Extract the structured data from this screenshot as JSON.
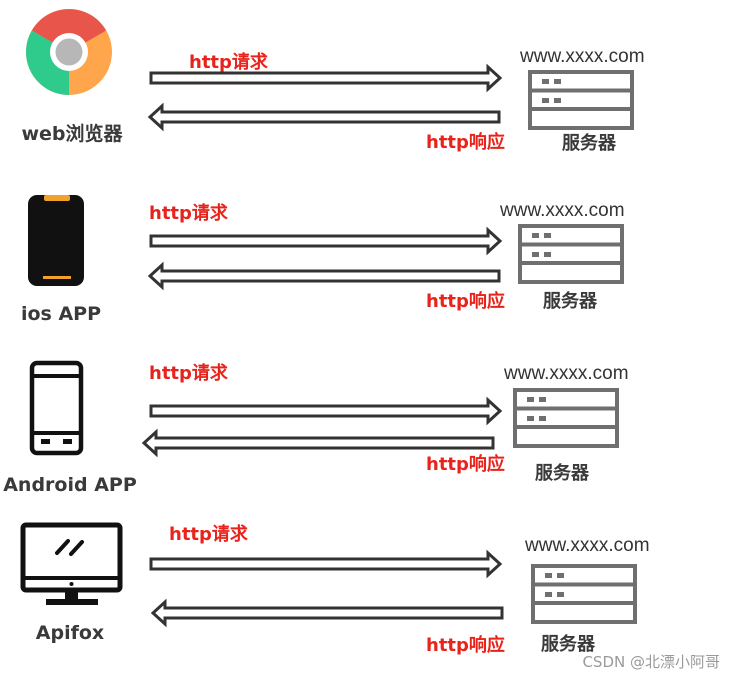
{
  "rows": [
    {
      "client": "web浏览器",
      "icon": "chrome-browser-icon",
      "request": "http请求",
      "response": "http响应",
      "domain": "www.xxxx.com",
      "server": "服务器"
    },
    {
      "client": "ios APP",
      "icon": "iphone-icon",
      "request": "http请求",
      "response": "http响应",
      "domain": "www.xxxx.com",
      "server": "服务器"
    },
    {
      "client": "Android APP",
      "icon": "android-phone-icon",
      "request": "http请求",
      "response": "http响应",
      "domain": "www.xxxx.com",
      "server": "服务器"
    },
    {
      "client": "Apifox",
      "icon": "desktop-monitor-icon",
      "request": "http请求",
      "response": "http响应",
      "domain": "www.xxxx.com",
      "server": "服务器"
    }
  ],
  "watermark": "CSDN @北漂小阿哥",
  "colors": {
    "label_red": "#e8231b",
    "text_dark": "#3a3a3a",
    "server_gray": "#6f6f6f",
    "phone_black": "#111111",
    "phone_accent": "#f2a12b",
    "chrome_red": "#e8564b",
    "chrome_green": "#2ecb8d",
    "chrome_yellow": "#ffa64d",
    "chrome_center": "#b7b7b7"
  }
}
